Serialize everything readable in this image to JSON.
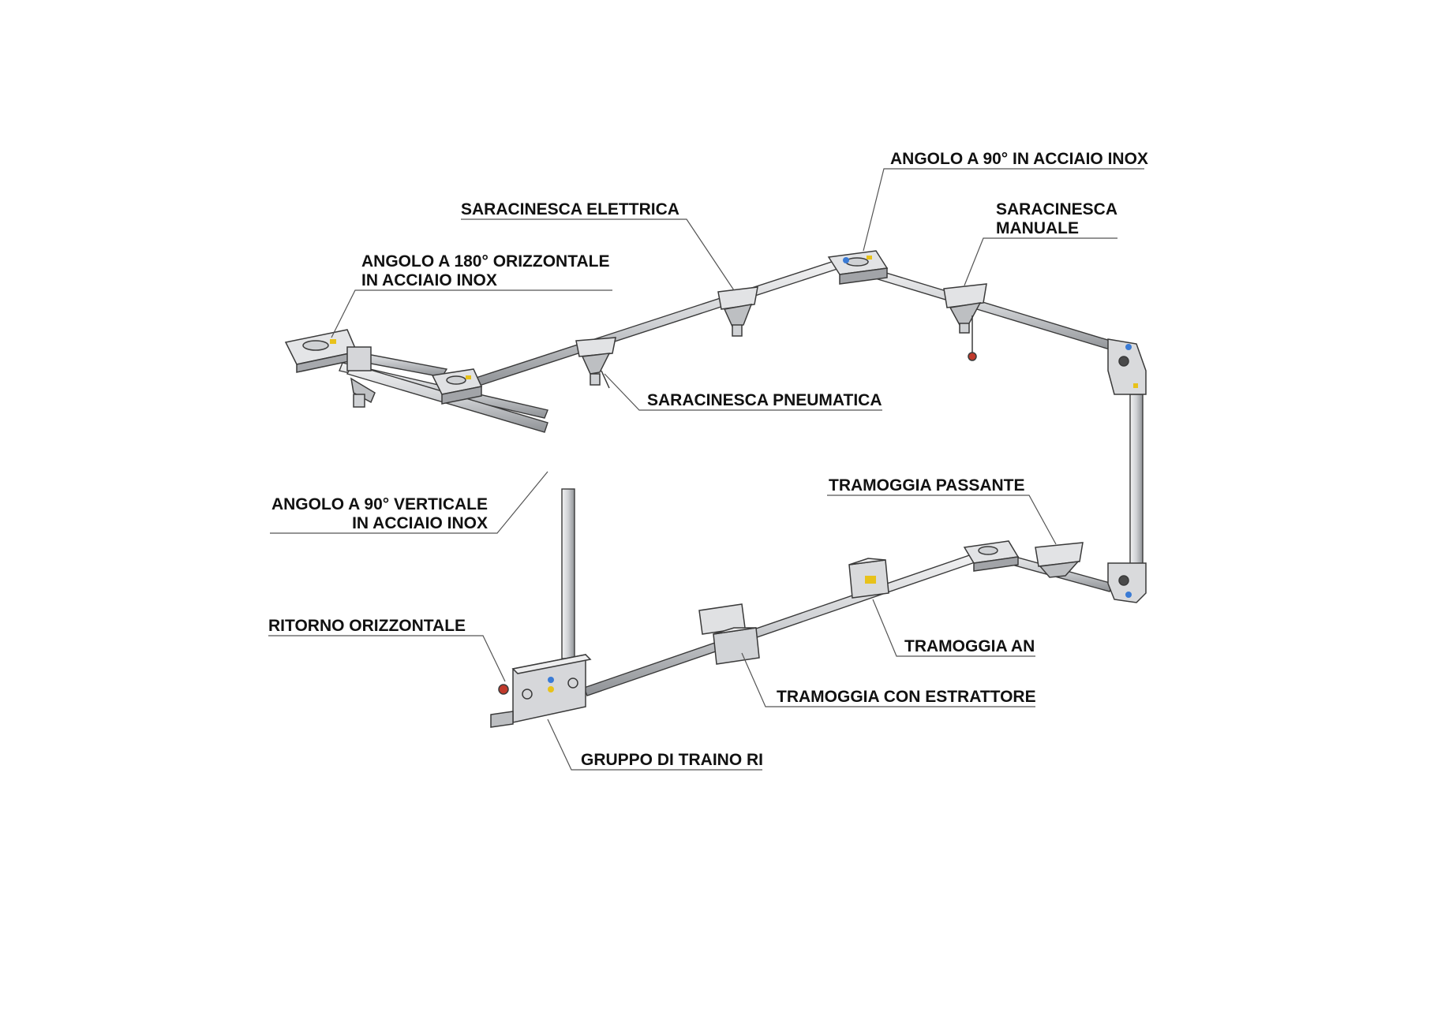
{
  "labels": {
    "angolo_90_inox": [
      "ANGOLO A 90° IN ACCIAIO INOX"
    ],
    "saracinesca_elettrica": [
      "SARACINESCA ELETTRICA"
    ],
    "saracinesca_manuale": [
      "SARACINESCA",
      "MANUALE"
    ],
    "angolo_180": [
      "ANGOLO A 180° ORIZZONTALE",
      "IN ACCIAIO INOX"
    ],
    "saracinesca_pneumatica": [
      "SARACINESCA PNEUMATICA"
    ],
    "tramoggia_passante": [
      "TRAMOGGIA PASSANTE"
    ],
    "angolo_90_verticale": [
      "ANGOLO A 90° VERTICALE",
      "IN ACCIAIO INOX"
    ],
    "ritorno_orizzontale": [
      "RITORNO ORIZZONTALE"
    ],
    "tramoggia_an": [
      "TRAMOGGIA AN"
    ],
    "tramoggia_estrattore": [
      "TRAMOGGIA CON ESTRATTORE"
    ],
    "gruppo_traino": [
      "GRUPPO DI TRAINO RI"
    ]
  },
  "colors": {
    "metal": "#d9dadc",
    "metal_dark": "#8a8c90",
    "outline": "#3a3a3a",
    "leader": "#555555",
    "accent_yellow": "#e8c21a",
    "accent_blue": "#3a7bd5",
    "accent_red": "#c0392b"
  }
}
